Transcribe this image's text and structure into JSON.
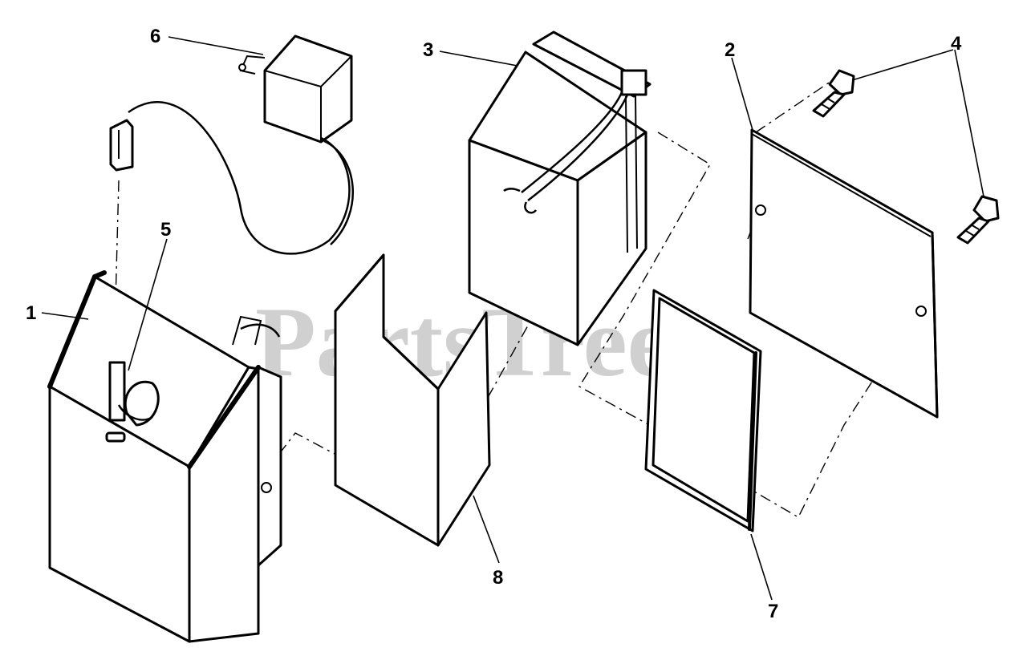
{
  "watermark": {
    "text": "PartsTree",
    "trademark": "™"
  },
  "callouts": {
    "c1": "1",
    "c2": "2",
    "c3": "3",
    "c4": "4",
    "c5": "5",
    "c6": "6",
    "c7": "7",
    "c8": "8"
  }
}
